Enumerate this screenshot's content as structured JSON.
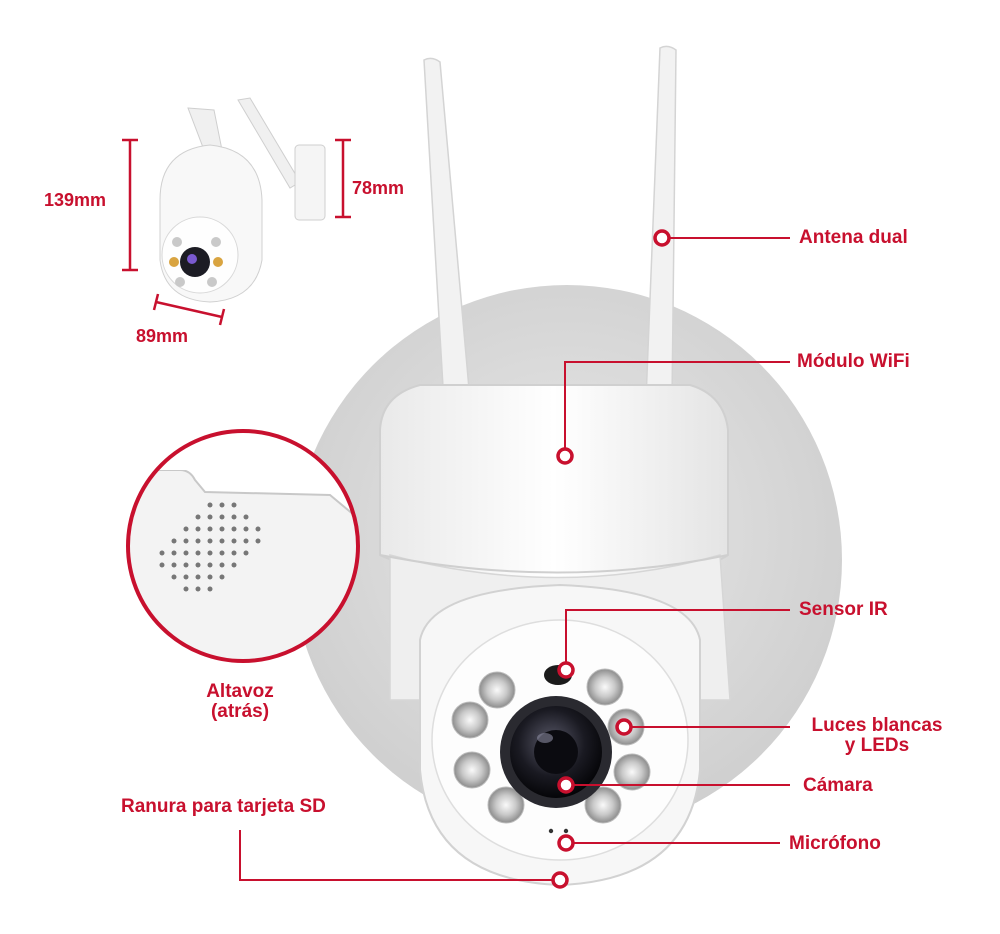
{
  "colors": {
    "accent": "#c8102e",
    "camera_white": "#f5f5f5",
    "backdrop_gray": "#d9d9d9"
  },
  "dimensions": {
    "height": "139mm",
    "head_height": "78mm",
    "width": "89mm"
  },
  "callouts": {
    "antenna": "Antena dual",
    "wifi": "Módulo WiFi",
    "ir_sensor": "Sensor IR",
    "leds_line1": "Luces blancas",
    "leds_line2": "y LEDs",
    "camera": "Cámara",
    "microphone": "Micrófono",
    "sd_slot": "Ranura para tarjeta SD",
    "speaker_line1": "Altavoz",
    "speaker_line2": "(atrás)"
  }
}
